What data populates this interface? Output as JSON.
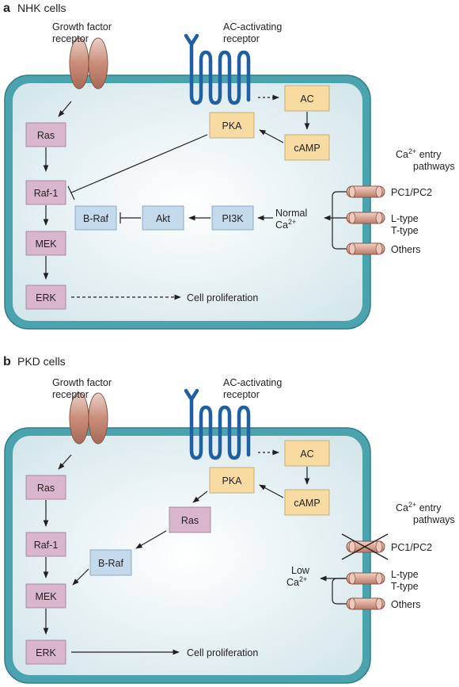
{
  "colors": {
    "membrane": "#4aa3ad",
    "membrane_dark": "#2e7f8b",
    "cytoplasm": "#dcecef",
    "receptor_blue": "#1f5fa3",
    "gf_receptor": "#c98d79",
    "channel": "#d9a99a",
    "pink_box": "#d9b6cc",
    "blue_box": "#c3d9ec",
    "yellow_box": "#f7dba0",
    "arrow": "#231f20"
  },
  "panels": [
    {
      "letter": "a",
      "title": "NHK cells",
      "growth_factor_receptor": [
        "Growth factor",
        "receptor"
      ],
      "ac_receptor": [
        "AC-activating",
        "receptor"
      ],
      "nodes": {
        "ras": "Ras",
        "raf1": "Raf-1",
        "mek": "MEK",
        "erk": "ERK",
        "pka": "PKA",
        "ac": "AC",
        "camp": "cAMP",
        "braf": "B-Raf",
        "akt": "Akt",
        "pi3k": "PI3K"
      },
      "calcium": [
        "Normal",
        "Ca2+"
      ],
      "ca_entry": [
        "Ca2+ entry",
        "pathways"
      ],
      "channels": [
        "PC1/PC2",
        "L-type",
        "T-type",
        "Others"
      ],
      "outcome": "Cell proliferation"
    },
    {
      "letter": "b",
      "title": "PKD cells",
      "growth_factor_receptor": [
        "Growth factor",
        "receptor"
      ],
      "ac_receptor": [
        "AC-activating",
        "receptor"
      ],
      "nodes": {
        "ras": "Ras",
        "raf1": "Raf-1",
        "mek": "MEK",
        "erk": "ERK",
        "pka": "PKA",
        "ac": "AC",
        "camp": "cAMP",
        "ras2": "Ras",
        "braf": "B-Raf"
      },
      "calcium": [
        "Low",
        "Ca2+"
      ],
      "ca_entry": [
        "Ca2+ entry",
        "pathways"
      ],
      "channels": [
        "PC1/PC2",
        "L-type",
        "T-type",
        "Others"
      ],
      "outcome": "Cell proliferation"
    }
  ]
}
